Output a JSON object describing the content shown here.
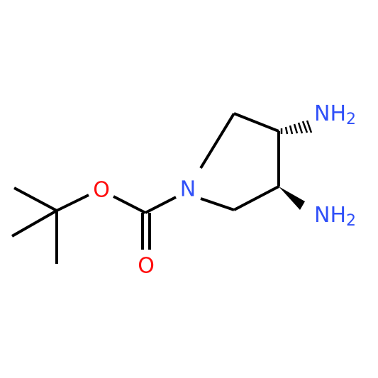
{
  "colors": {
    "background": "#ffffff",
    "bond": "#000000",
    "oxygen": "#ff0d0d",
    "nitrogen": "#3050f8"
  },
  "atoms": {
    "ester_oxygen": {
      "symbol": "O"
    },
    "carbonyl_oxygen": {
      "symbol": "O"
    },
    "ring_nitrogen": {
      "symbol": "N"
    },
    "amine_top": {
      "symbol": "NH",
      "subscript": "2"
    },
    "amine_bottom": {
      "symbol": "NH",
      "subscript": "2"
    }
  }
}
